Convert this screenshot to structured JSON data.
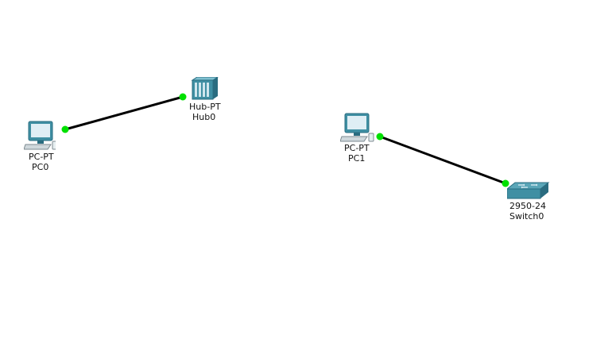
{
  "devices": {
    "pc0": {
      "model": "PC-PT",
      "name": "PC0",
      "icon": "pc-icon"
    },
    "hub0": {
      "model": "Hub-PT",
      "name": "Hub0",
      "icon": "hub-icon"
    },
    "pc1": {
      "model": "PC-PT",
      "name": "PC1",
      "icon": "pc-icon"
    },
    "switch0": {
      "model": "2950-24",
      "name": "Switch0",
      "icon": "switch-icon"
    }
  },
  "links": [
    {
      "from": "pc0",
      "to": "hub0",
      "status_color": "#00e000"
    },
    {
      "from": "pc1",
      "to": "switch0",
      "status_color": "#00e000"
    }
  ],
  "colors": {
    "cable": "#000000",
    "link_up": "#00e000",
    "device_teal": "#3f8fa3",
    "device_dark": "#2a6c80",
    "screen": "#dfeef5"
  }
}
